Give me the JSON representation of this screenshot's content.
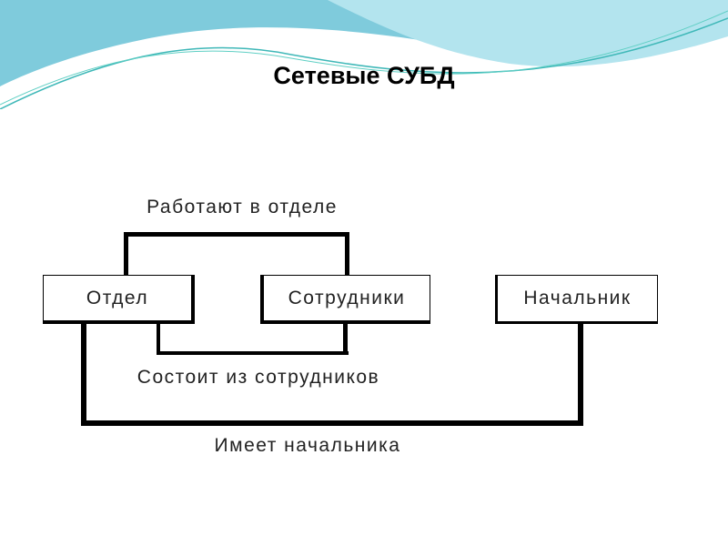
{
  "slide": {
    "title": "Сетевые СУБД"
  },
  "diagram": {
    "nodes": [
      {
        "id": "dept",
        "label": "Отдел"
      },
      {
        "id": "employees",
        "label": "Сотрудники"
      },
      {
        "id": "boss",
        "label": "Начальник"
      }
    ],
    "relations": [
      {
        "from": "employees",
        "to": "dept",
        "label": "Работают в отделе"
      },
      {
        "from": "dept",
        "to": "employees",
        "label": "Состоит из сотрудников"
      },
      {
        "from": "dept",
        "to": "boss",
        "label": "Имеет начальника"
      }
    ]
  },
  "colors": {
    "accent": "#5cc6d6",
    "accent_light": "#a8dde8"
  }
}
